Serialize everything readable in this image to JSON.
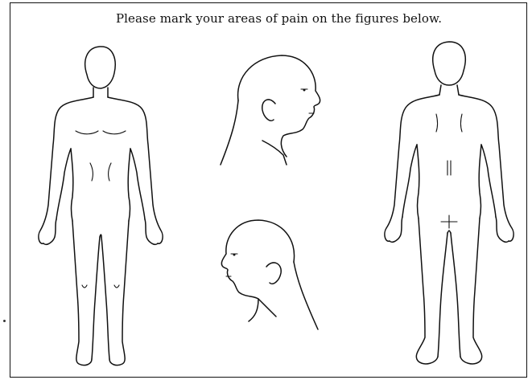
{
  "document": {
    "instruction": "Please mark your areas of pain on the figures below."
  },
  "figures": {
    "front": "body-front",
    "head_right": "head-profile-right",
    "head_left": "head-profile-left",
    "back": "body-back"
  },
  "colors": {
    "ink": "#111111",
    "paper": "#ffffff"
  }
}
